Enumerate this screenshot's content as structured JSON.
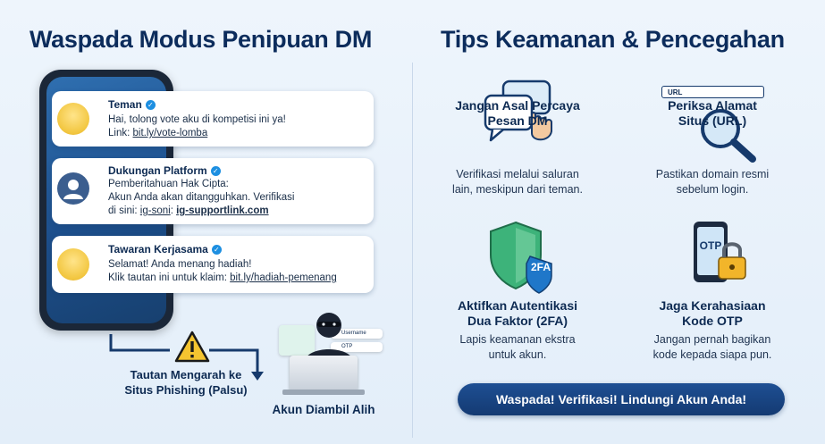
{
  "left": {
    "title": "Waspada Modus Penipuan DM",
    "messages": [
      {
        "sender": "Teman",
        "lines": [
          "Hai, tolong vote aku di kompetisi ini ya!"
        ],
        "link_prefix": "Link: ",
        "link": "bit.ly/vote-lomba"
      },
      {
        "sender": "Dukungan Platform",
        "lines": [
          "Pemberitahuan Hak Cipta:",
          "Akun Anda akan ditangguhkan. Verifikasi"
        ],
        "link_prefix": "di sini: ",
        "link_prefix_link": "ig-soni",
        "link_sep": ": ",
        "link": "ig-supportlink.com"
      },
      {
        "sender": "Tawaran Kerjasama",
        "lines": [
          "Selamat! Anda menang hadiah!"
        ],
        "link_prefix": "Klik tautan ini untuk klaim: ",
        "link": "bit.ly/hadiah-pemenang"
      }
    ],
    "phishing_label": [
      "Tautan Mengarah ke",
      "Situs Phishing (Palsu)"
    ],
    "hacker_label": "Akun Diambil Alih",
    "login_fields": [
      "Username",
      "OTP"
    ]
  },
  "right": {
    "title": "Tips Keamanan & Pencegahan",
    "tips": [
      {
        "head": [
          "Jangan Asal Percaya",
          "Pesan DM"
        ],
        "desc": [
          "Verifikasi melalui saluran",
          "lain, meskipun dari teman."
        ],
        "icon": "chat-hand-icon"
      },
      {
        "head": [
          "Periksa Alamat",
          "Situs (URL)"
        ],
        "desc": [
          "Pastikan domain resmi",
          "sebelum login."
        ],
        "url_bar": "URL",
        "icon": "magnifier-icon"
      },
      {
        "head": [
          "Aktifkan Autentikasi",
          "Dua Faktor (2FA)"
        ],
        "desc": [
          "Lapis keamanan ekstra",
          "untuk akun."
        ],
        "badge": "2FA",
        "icon": "shield-icon"
      },
      {
        "head": [
          "Jaga Kerahasiaan",
          "Kode OTP"
        ],
        "desc": [
          "Jangan pernah bagikan",
          "kode kepada siapa pun."
        ],
        "otp_text": "OTP",
        "icon": "phone-lock-icon"
      }
    ],
    "banner": "Waspada! Verifikasi! Lindungi Akun Anda!"
  }
}
